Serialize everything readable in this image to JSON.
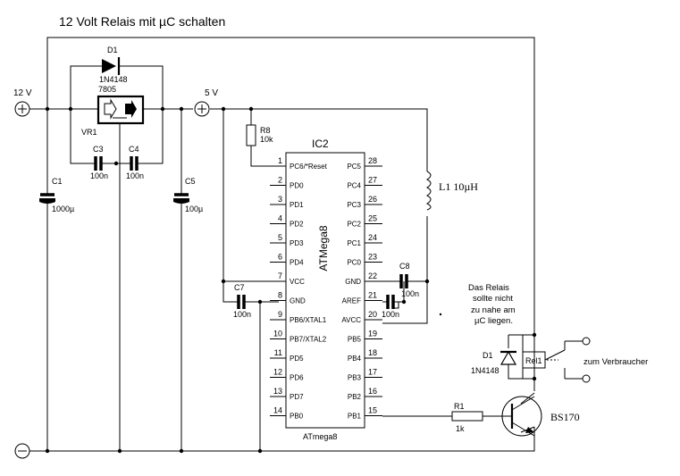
{
  "title": "12 Volt Relais mit µC schalten",
  "rails": {
    "v12": "12 V",
    "v5": "5 V"
  },
  "regulator": {
    "ref": "VR1",
    "value": "7805"
  },
  "diode_top": {
    "ref": "D1",
    "value": "1N4148"
  },
  "caps": {
    "c1": {
      "ref": "C1",
      "value": "1000µ"
    },
    "c3": {
      "ref": "C3",
      "value": "100n"
    },
    "c4": {
      "ref": "C4",
      "value": "100n"
    },
    "c5": {
      "ref": "C5",
      "value": "100µ"
    },
    "c7": {
      "ref": "C7",
      "value": "100n"
    },
    "c8": {
      "ref": "C8",
      "value": "100n"
    },
    "c9": {
      "value": "100n"
    }
  },
  "r8": {
    "ref": "R8",
    "value": "10k"
  },
  "r1": {
    "ref": "R1",
    "value": "1k"
  },
  "inductor": {
    "label": "L1 10µH"
  },
  "ic": {
    "ref": "IC2",
    "name": "ATMega8",
    "bottom_label": "ATmega8",
    "left_pins": [
      {
        "num": "1",
        "name": "PC6/*Reset"
      },
      {
        "num": "2",
        "name": "PD0"
      },
      {
        "num": "3",
        "name": "PD1"
      },
      {
        "num": "4",
        "name": "PD2"
      },
      {
        "num": "5",
        "name": "PD3"
      },
      {
        "num": "6",
        "name": "PD4"
      },
      {
        "num": "7",
        "name": "VCC"
      },
      {
        "num": "8",
        "name": "GND"
      },
      {
        "num": "9",
        "name": "PB6/XTAL1"
      },
      {
        "num": "10",
        "name": "PB7/XTAL2"
      },
      {
        "num": "11",
        "name": "PD5"
      },
      {
        "num": "12",
        "name": "PD6"
      },
      {
        "num": "13",
        "name": "PD7"
      },
      {
        "num": "14",
        "name": "PB0"
      }
    ],
    "right_pins": [
      {
        "num": "28",
        "name": "PC5"
      },
      {
        "num": "27",
        "name": "PC4"
      },
      {
        "num": "26",
        "name": "PC3"
      },
      {
        "num": "25",
        "name": "PC2"
      },
      {
        "num": "24",
        "name": "PC1"
      },
      {
        "num": "23",
        "name": "PC0"
      },
      {
        "num": "22",
        "name": "GND"
      },
      {
        "num": "21",
        "name": "AREF"
      },
      {
        "num": "20",
        "name": "AVCC"
      },
      {
        "num": "19",
        "name": "PB5"
      },
      {
        "num": "18",
        "name": "PB4"
      },
      {
        "num": "17",
        "name": "PB3"
      },
      {
        "num": "16",
        "name": "PB2"
      },
      {
        "num": "15",
        "name": "PB1"
      }
    ]
  },
  "relay": {
    "ref": "Rel1",
    "load": "zum Verbraucher"
  },
  "relay_diode": {
    "ref": "D1",
    "value": "1N4148"
  },
  "transistor": {
    "value": "BS170"
  },
  "note": [
    "Das Relais",
    "sollte nicht",
    "zu nahe am",
    "µC liegen."
  ]
}
